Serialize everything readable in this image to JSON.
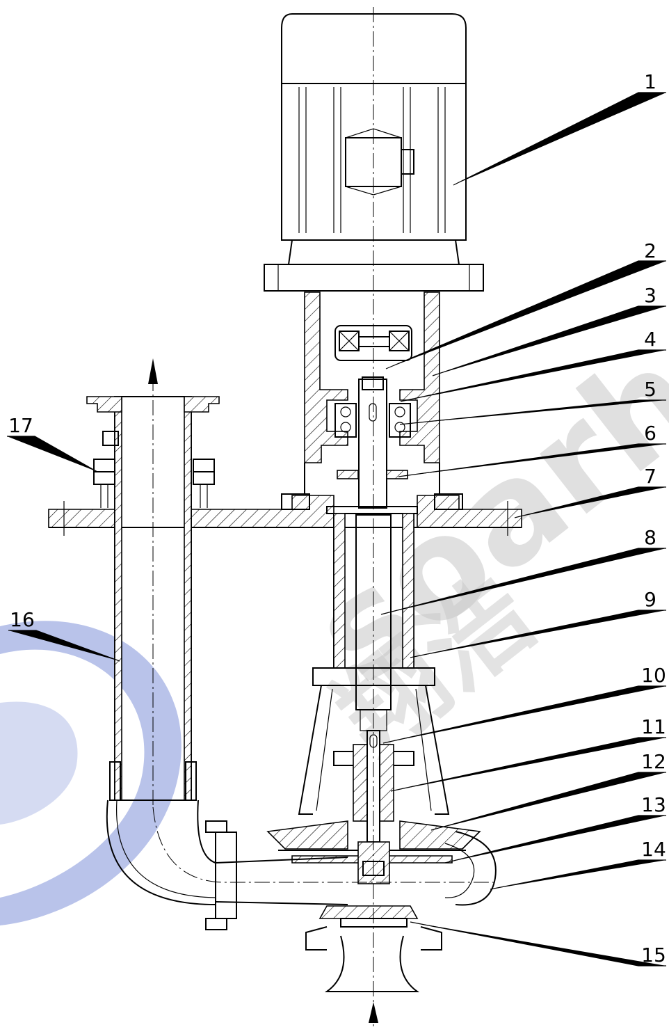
{
  "watermark": {
    "logo_color": "#b9c3ea",
    "brand_text": "soarho",
    "brand_cn": "翔浩"
  },
  "callouts": [
    {
      "id": "1",
      "label": "1"
    },
    {
      "id": "2",
      "label": "2"
    },
    {
      "id": "3",
      "label": "3"
    },
    {
      "id": "4",
      "label": "4"
    },
    {
      "id": "5",
      "label": "5"
    },
    {
      "id": "6",
      "label": "6"
    },
    {
      "id": "7",
      "label": "7"
    },
    {
      "id": "8",
      "label": "8"
    },
    {
      "id": "9",
      "label": "9"
    },
    {
      "id": "10",
      "label": "10"
    },
    {
      "id": "11",
      "label": "11"
    },
    {
      "id": "12",
      "label": "12"
    },
    {
      "id": "13",
      "label": "13"
    },
    {
      "id": "14",
      "label": "14"
    },
    {
      "id": "15",
      "label": "15"
    },
    {
      "id": "16",
      "label": "16"
    },
    {
      "id": "17",
      "label": "17"
    }
  ]
}
